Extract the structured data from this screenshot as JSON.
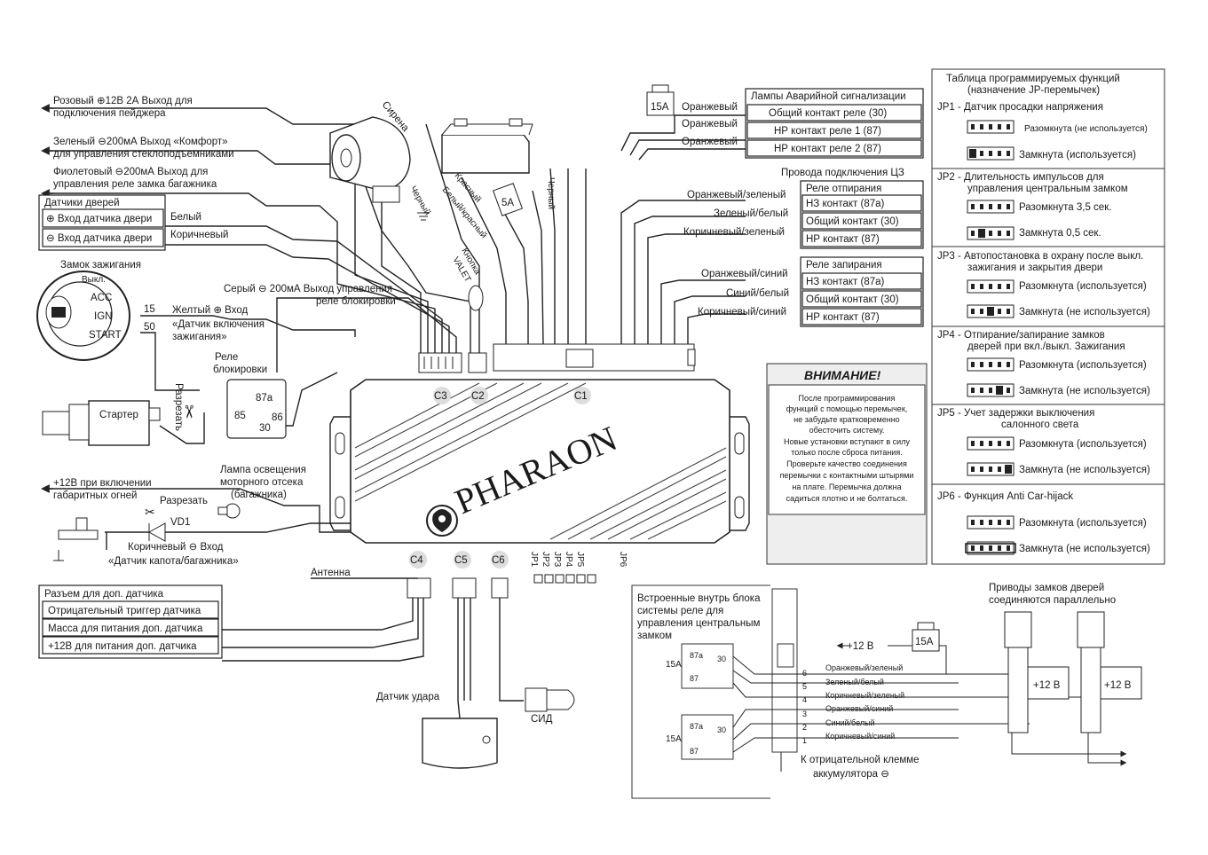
{
  "left_outputs": {
    "pink": [
      "Розовый ⊕12В 2А Выход для",
      "подключения пейджера"
    ],
    "green": [
      "Зеленый ⊖200мА  Выход «Комфорт»",
      "для управления стеклоподъемниками"
    ],
    "violet": [
      "Фиолетовый ⊖200мА Выход для",
      "управления реле замка багажника"
    ]
  },
  "door_sensors": {
    "title": "Датчики дверей",
    "rows": [
      {
        "label": "⊕ Вход датчика двери",
        "wire": "Белый"
      },
      {
        "label": "⊖ Вход датчика двери",
        "wire": "Коричневый"
      }
    ]
  },
  "ignition": {
    "title": "Замок зажигания",
    "positions": [
      "Выкл.",
      "ACC",
      "IGN",
      "START"
    ],
    "pin15": "15",
    "pin50": "50",
    "yellow": [
      "Желтый ⊕ Вход",
      "«Датчик включения",
      "зажигания»"
    ],
    "gray": [
      "Серый ⊖ 200мА Выход управления",
      "реле блокировки"
    ]
  },
  "siren": {
    "label": "Сирена",
    "black": "Черный"
  },
  "battery": {
    "red": "Красный",
    "white_red": "Белый/красный",
    "fuse": "5А",
    "black": "Черный"
  },
  "valet": [
    "Кнопка",
    "VALET"
  ],
  "relay": {
    "title": [
      "Реле",
      "блокировки"
    ],
    "p87a": "87а",
    "p85": "85",
    "p86": "86",
    "p30": "30",
    "cut": "Разрезать"
  },
  "starter": "Стартер",
  "parking_lights": [
    "+12В при включении",
    "габаритных огней"
  ],
  "hood": {
    "lamp": [
      "Лампа освещения",
      "моторного отсека",
      "(багажника)"
    ],
    "cut": "Разрезать",
    "diode": "VD1",
    "brown": "Коричневый ⊖ Вход",
    "sensor": "«Датчик капота/багажника»"
  },
  "antenna": "Антенна",
  "connectors": {
    "c1": "C1",
    "c2": "C2",
    "c3": "C3",
    "c4": "C4",
    "c5": "C5",
    "c6": "C6"
  },
  "jumpers": [
    "JP1",
    "JP2",
    "JP3",
    "JP4",
    "JP5",
    "JP6"
  ],
  "brand": "PHARAON",
  "extra_sensor": {
    "title": "Разъем для доп. датчика",
    "rows": [
      "Отрицательный триггер датчика",
      "Масса для питания доп. датчика",
      "+12В для питания доп. датчика"
    ]
  },
  "shock_sensor": "Датчик удара",
  "led": "СИД",
  "hazard": {
    "fuse": "15А",
    "title": "Лампы Аварийной сигнализации",
    "rows": [
      {
        "label": "Общий контакт реле (30)",
        "wire": "Оранжевый"
      },
      {
        "label": "НР контакт реле 1 (87)",
        "wire": "Оранжевый"
      },
      {
        "label": "НР контакт реле 2 (87)",
        "wire": "Оранжевый"
      }
    ]
  },
  "central_lock": {
    "title": "Провода подключения ЦЗ",
    "unlock": {
      "title": "Реле отпирания",
      "rows": [
        {
          "label": "НЗ контакт (87а)",
          "wire": "Оранжевый/зеленый"
        },
        {
          "label": "Общий контакт (30)",
          "wire": "Зеленый/белый"
        },
        {
          "label": "НР контакт (87)",
          "wire": "Коричневый/зеленый"
        }
      ]
    },
    "lock": {
      "title": "Реле запирания",
      "rows": [
        {
          "label": "НЗ контакт (87а)",
          "wire": "Оранжевый/синий"
        },
        {
          "label": "Общий контакт (30)",
          "wire": "Синий/белый"
        },
        {
          "label": "НР контакт (87)",
          "wire": "Коричневый/синий"
        }
      ]
    }
  },
  "warning": {
    "title": "ВНИМАНИЕ!",
    "lines": [
      "После  программирования",
      "функций с помощью перемычек,",
      "не забудьте кратковременно",
      "обесточить систему.",
      "Новые установки вступают в силу",
      "только после сброса питания.",
      "Проверьте качество соединения",
      "перемычки с контактными штырями",
      "на плате. Перемычка должна",
      "садиться плотно и не болтаться."
    ]
  },
  "jp_table": {
    "title": [
      "Таблица программируемых функций",
      "(назначение JP-перемычек)"
    ],
    "sections": [
      {
        "lines": [
          "JP1 - Датчик просадки напряжения"
        ],
        "opt1": "Разомкнута (не используется)",
        "opt2": "Замкнута (используется)"
      },
      {
        "lines": [
          "JP2 - Длительность импульсов для",
          "управления центральным замком"
        ],
        "opt1": "Разомкнута 3,5 сек.",
        "opt2": "Замкнута 0,5 сек."
      },
      {
        "lines": [
          "JP3 - Автопостановка в охрану после выкл.",
          "зажигания и закрытия двери"
        ],
        "opt1": "Разомкнута (используется)",
        "opt2": "Замкнута (не используется)"
      },
      {
        "lines": [
          "JP4 - Отпирание/запирание замков",
          "дверей при вкл./выкл. Зажигания"
        ],
        "opt1": "Разомкнута (используется)",
        "opt2": "Замкнута (не используется)"
      },
      {
        "lines": [
          "JP5 -  Учет задержки выключения",
          "салонного света"
        ],
        "opt1": "Разомкнута (используется)",
        "opt2": "Замкнута (не используется)"
      },
      {
        "lines": [
          "JP6 - Функция  Anti Car-hijack"
        ],
        "opt1": "Разомкнута (используется)",
        "opt2": "Замкнута (не используется)"
      }
    ]
  },
  "builtin": {
    "title": [
      "Встроенные внутрь блока",
      "системы реле для",
      "управления центральным",
      "замком"
    ],
    "r1_fuse": "15А",
    "r2_fuse": "15А",
    "p87a": "87а",
    "p30": "30",
    "p87": "87",
    "plus12": "+12 В",
    "fuse": "15А",
    "wires": [
      {
        "n": "6",
        "label": "Оранжевый/зеленый"
      },
      {
        "n": "5",
        "label": "Зеленый/белый"
      },
      {
        "n": "4",
        "label": "Коричневый/зеленый"
      },
      {
        "n": "3",
        "label": "Оранжевый/синий"
      },
      {
        "n": "2",
        "label": "Синий/белый"
      },
      {
        "n": "1",
        "label": "Коричневый/синий"
      }
    ],
    "ground": [
      "К отрицательной клемме",
      "аккумулятора ⊖"
    ]
  },
  "actuators": {
    "title": [
      "Приводы замков дверей",
      "соединяются параллельно"
    ],
    "plus1": "+12 В",
    "plus2": "+12 В"
  }
}
